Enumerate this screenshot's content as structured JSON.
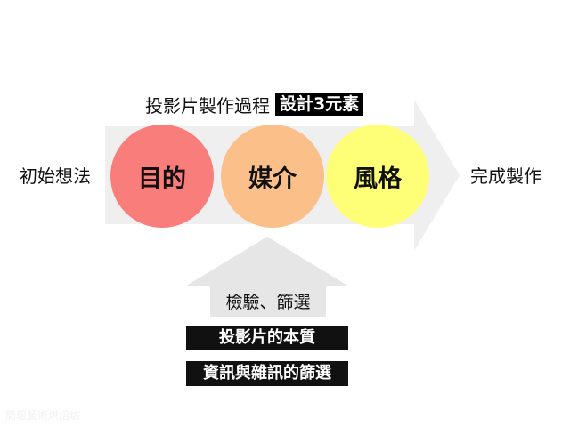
{
  "title": {
    "prefix": "投影片製作過程",
    "badge": "設計3元素"
  },
  "start_label": "初始想法",
  "end_label": "完成製作",
  "elements": [
    {
      "label": "目的",
      "color": "#f97d7b"
    },
    {
      "label": "媒介",
      "color": "#fbbf8a"
    },
    {
      "label": "風格",
      "color": "#ffff77"
    }
  ],
  "arrow_color": "#efefef",
  "filter": {
    "label": "檢驗、篩選",
    "items": [
      "投影片的本質",
      "資訊與雜訊的篩選"
    ]
  },
  "watermark": "簡報藝術烘焙坊"
}
